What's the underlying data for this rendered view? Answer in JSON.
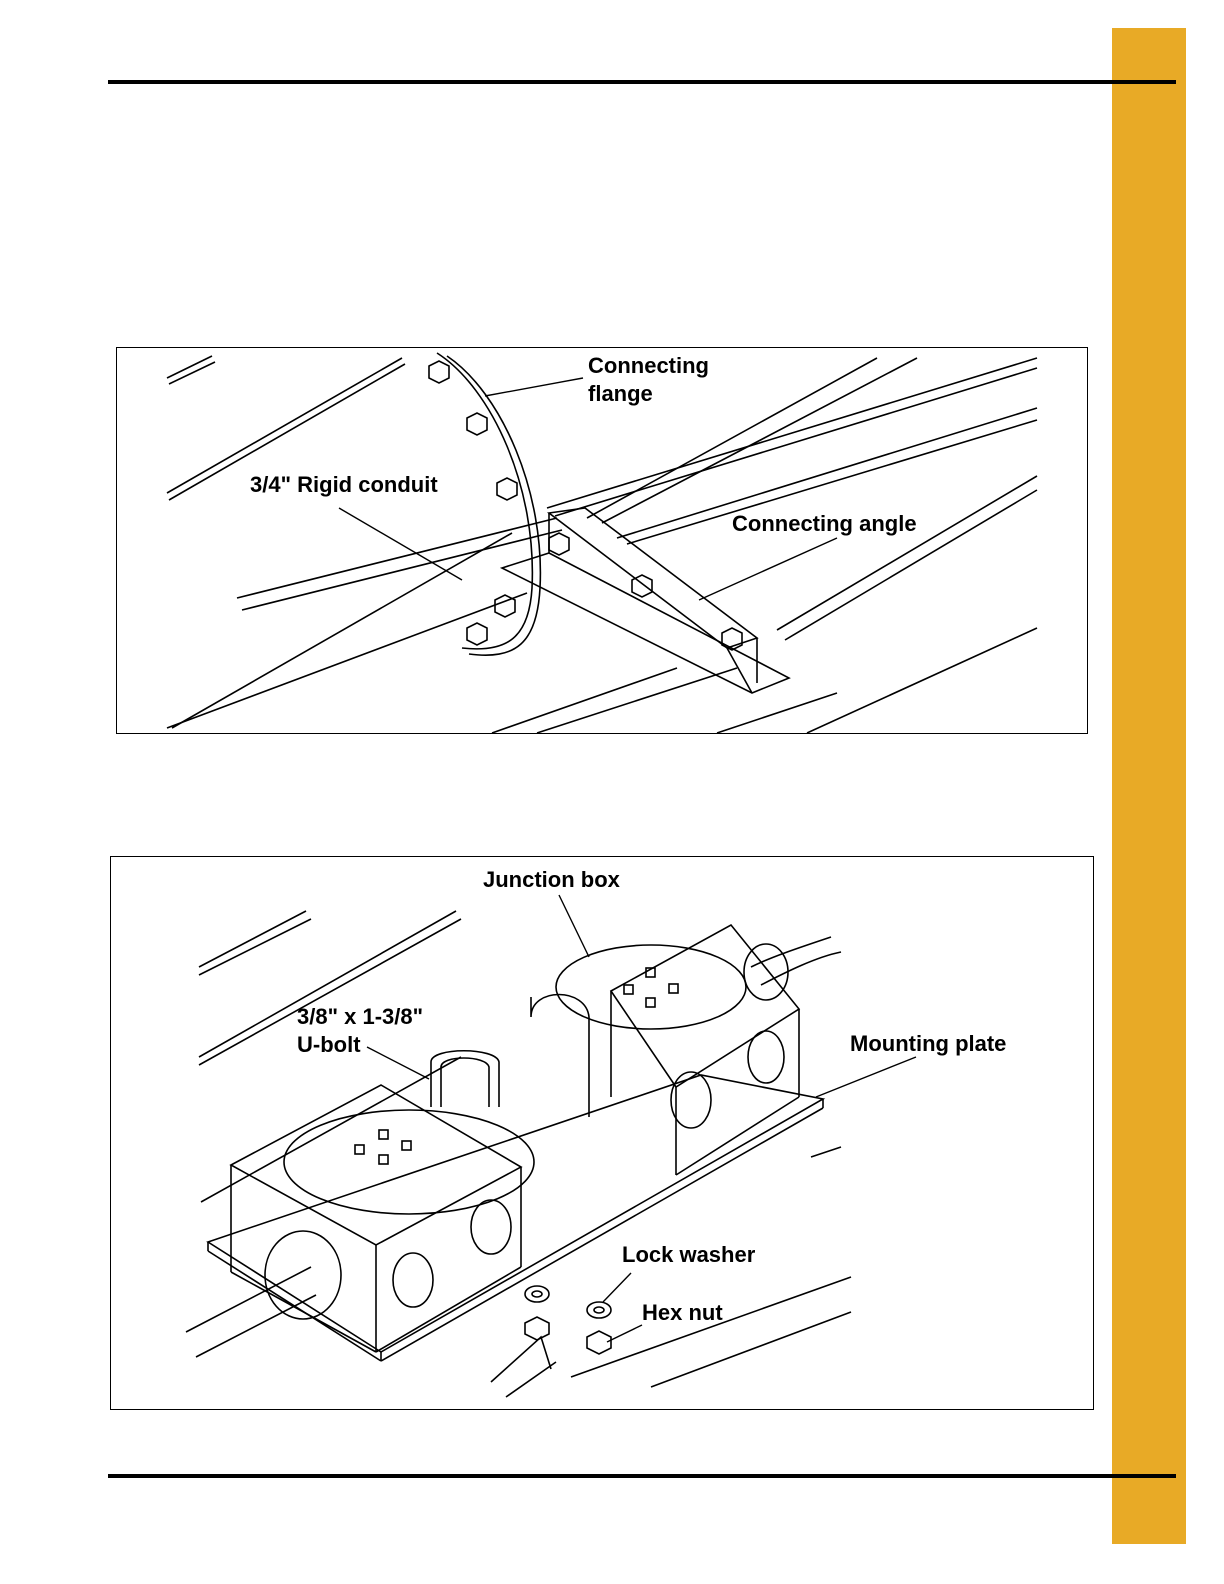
{
  "page": {
    "accent_color": "#E8AA26",
    "rule_color": "#000000"
  },
  "figure_connecting_angle": {
    "labels": {
      "connecting_flange": "Connecting\nflange",
      "rigid_conduit": "3/4\" Rigid conduit",
      "connecting_angle": "Connecting angle"
    }
  },
  "figure_junction_box": {
    "labels": {
      "junction_box": "Junction box",
      "u_bolt": "3/8\" x 1-3/8\"\nU-bolt",
      "mounting_plate": "Mounting plate",
      "lock_washer": "Lock washer",
      "hex_nut": "Hex nut"
    }
  }
}
